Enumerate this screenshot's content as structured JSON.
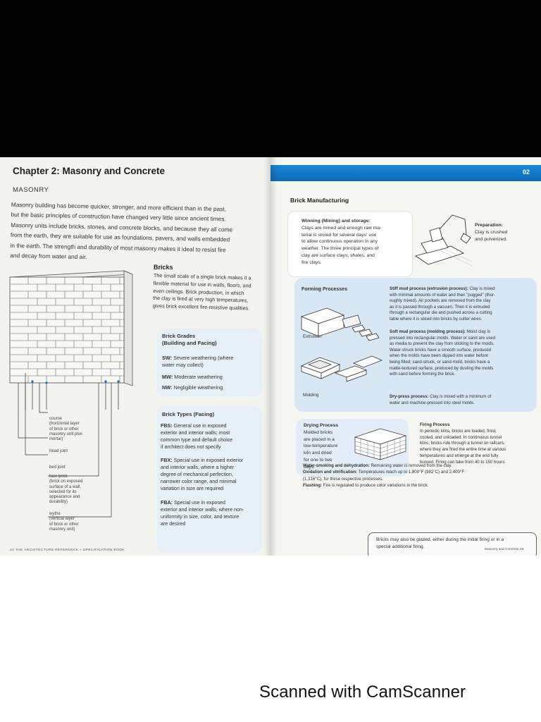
{
  "left_page": {
    "chapter_title": "Chapter 2: Masonry and Concrete",
    "section_heading": "MASONRY",
    "intro_lines": [
      "Masonry building has become quicker, stronger, and more efficient than in the past,",
      "but the basic principles of construction have changed very little since ancient times.",
      "Masonry units include bricks, stones, and concrete blocks, and because they all come",
      "from the earth, they are suitable for use as foundations, pavers, and walls embedded",
      "in the earth. The strength and durability of most masonry makes it ideal to resist fire",
      "and decay from water and air."
    ],
    "bricks": {
      "heading": "Bricks",
      "lines": [
        "The small scale of a single brick makes it a",
        "flexible material for use in walls, floors, and",
        "even ceilings. Brick production, in which",
        "the clay is fired at very high temperatures,",
        "gives brick excellent fire-resistive qualities."
      ]
    },
    "wall_labels": {
      "course": [
        "course",
        "(horizontal layer",
        "of brick or other",
        "masonry unit plus",
        "mortar)"
      ],
      "head_joint": [
        "head joint"
      ],
      "bed_joint": [
        "bed joint"
      ],
      "face_brick": [
        "face brick",
        "(brick on exposed",
        "surface of a wall,",
        "selected for its",
        "appearance and",
        "durability)"
      ],
      "wythe": [
        "wythe",
        "(vertical layer",
        "of brick or other",
        "masonry unit)"
      ]
    },
    "grades": {
      "heading": "Brick Grades",
      "subheading": "(Building and Facing)",
      "items": [
        {
          "code": "SW:",
          "lines": [
            "Severe weathering (where",
            "water may collect)"
          ]
        },
        {
          "code": "MW:",
          "lines": [
            "Moderate weathering"
          ]
        },
        {
          "code": "NW:",
          "lines": [
            "Negligible weathering"
          ]
        }
      ]
    },
    "types": {
      "heading": "Brick Types (Facing)",
      "items": [
        {
          "code": "FBS:",
          "lines": [
            "General use in exposed",
            "exterior and interior walls; most",
            "common type and default choice",
            "if architect does not specify"
          ]
        },
        {
          "code": "FBX:",
          "lines": [
            "Special use in exposed exterior",
            "and interior walls, where a higher",
            "degree of mechanical perfection,",
            "narrower color range, and minimal",
            "variation in size are required"
          ]
        },
        {
          "code": "FBA:",
          "lines": [
            "Special use in exposed",
            "exterior and interior walls, where non-",
            "uniformity in size, color, and texture",
            "are desired"
          ]
        }
      ]
    },
    "footer": "24     THE ARCHITECTURE REFERENCE + SPECIFICATION BOOK"
  },
  "right_page": {
    "tab_number": "02",
    "heading": "Brick Manufacturing",
    "winning": {
      "title": "Winning (Mining) and storage:",
      "lines": [
        "Clays are mined and enough raw ma-",
        "terial is stored for several days' use",
        "to allow continuous operation in any",
        "weather. The three principal types of",
        "clay are surface clays, shales, and",
        "fire clays."
      ]
    },
    "preparation": {
      "title": "Preparation:",
      "lines": [
        "Clay is crushed",
        "and pulverized."
      ]
    },
    "forming": {
      "heading": "Forming Processes",
      "extrusion_label": "Extrusion",
      "molding_label": "Molding",
      "stiff": {
        "title": "Stiff mud process (extrusion process):",
        "lines": [
          "Clay is mixed",
          "with minimal amounts of water and then \"pugged\" (thor-",
          "oughly mixed). Air pockets are removed from the clay",
          "as it is passed through a vacuum. Then it is extruded",
          "through a rectangular die and pushed across a cutting",
          "table where it is sliced into bricks by cutter wires."
        ]
      },
      "soft": {
        "title": "Soft mud process (molding process):",
        "lines": [
          "Moist clay is",
          "pressed into rectangular molds. Water or sand are used",
          "as media to prevent the clay from sticking to the molds.",
          "Water-struck bricks have a smooth surface, produced",
          "when the molds have been dipped into water before",
          "being filled; sand-struck, or sand-mold, bricks have a",
          "matte-textured surface, produced by dusting the molds",
          "with sand before forming the brick."
        ]
      },
      "dry": {
        "title": "Dry-press process:",
        "lines": [
          "Clay is mixed with a minimum of",
          "water and machine-pressed into steel molds."
        ]
      }
    },
    "drying": {
      "title": "Drying Process",
      "lines": [
        "Molded bricks",
        "are placed in a",
        "low-temperature",
        "kiln and dried",
        "for one to two",
        "days."
      ]
    },
    "firing": {
      "title": "Firing Process",
      "lines": [
        "In periodic kilns, bricks are loaded, fired,",
        "cooled, and unloaded. In continuous tunnel",
        "kilns, bricks ride through a tunnel on railcars,",
        "where they are fired the entire time at various",
        "temperatures and emerge at the end fully",
        "burned. Firing can take from 40 to 150 hours."
      ]
    },
    "smoking": {
      "title": "Water-smoking and dehydration:",
      "text": "Remaining water is removed from the clay."
    },
    "oxidation": {
      "title": "Oxidation and vitrification:",
      "text": "Temperatures reach up to 1,800°F (982°C) and 2,400°F",
      "text2": "(1,316°C), for these respective processes."
    },
    "flashing": {
      "title": "Flashing:",
      "text": "Fire is regulated to produce color variations in the brick."
    },
    "note_lines": [
      "Bricks may also be glazed, either during the initial firing or in a",
      "special additional firing."
    ],
    "footer": "Masonry and Concrete     25"
  },
  "watermark": "Scanned with CamScanner",
  "colors": {
    "blue_band": "#1179c9",
    "box_light_blue": "#e7eff8",
    "forming_blue": "#d8e7f4"
  }
}
